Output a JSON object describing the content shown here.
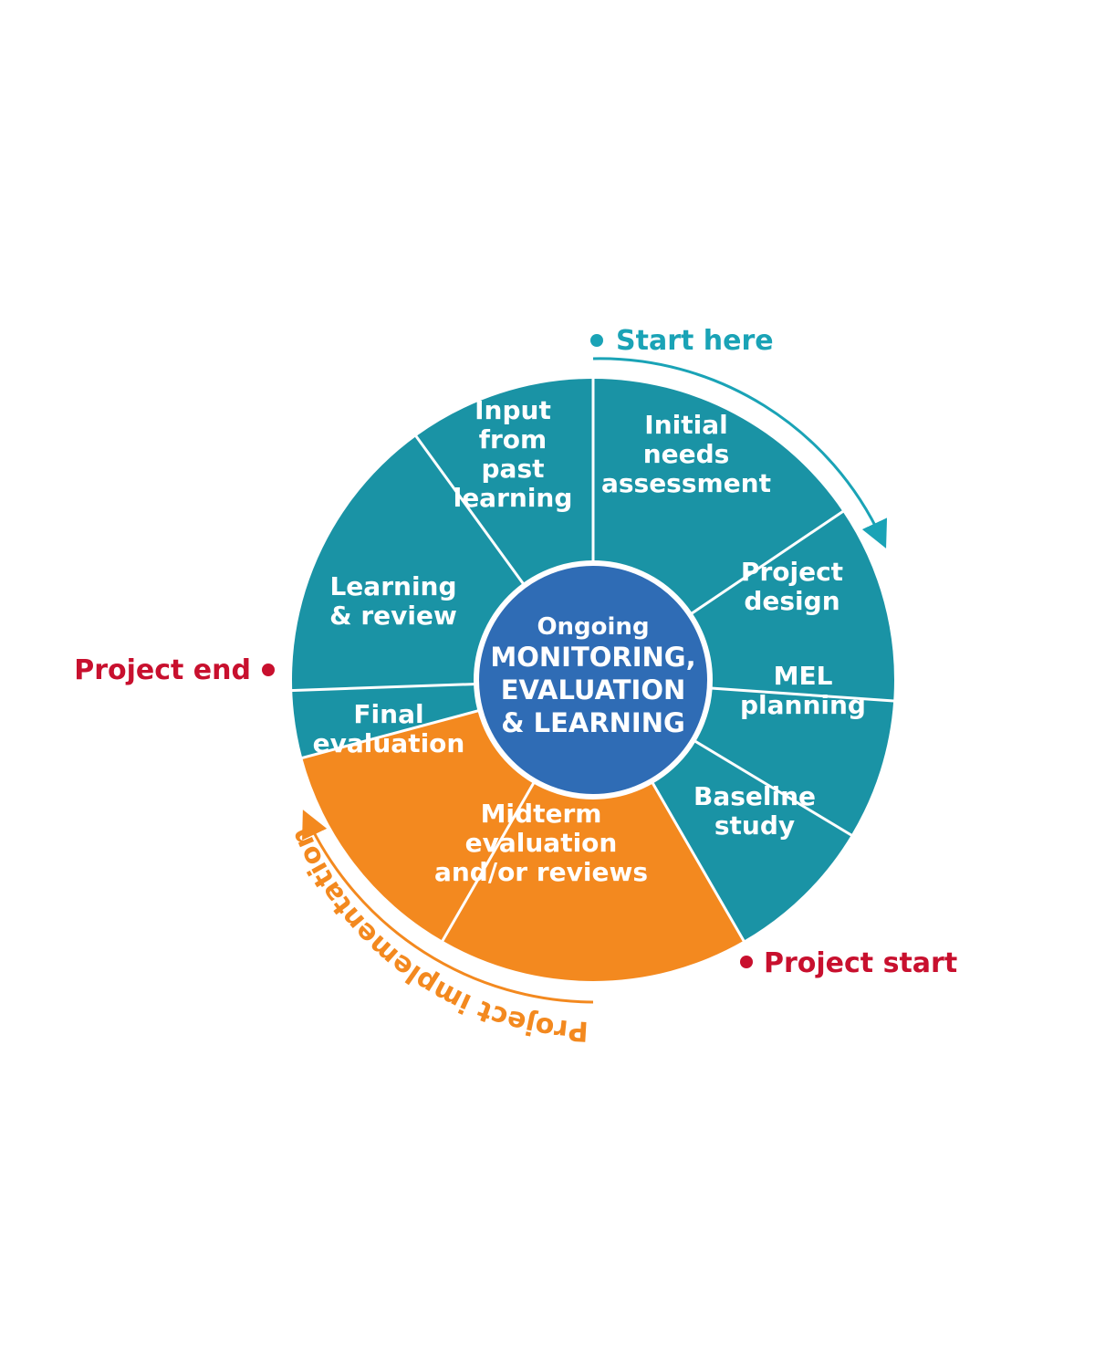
{
  "colors": {
    "teal": "#1a93a5",
    "orange": "#f3891f",
    "center": "#2f6cb5",
    "divider": "#ffffff",
    "start_marker": "#1aa3b6",
    "red_marker": "#c8102e",
    "implementation": "#f3891f"
  },
  "segments": [
    {
      "lines": [
        "Initial",
        "needs",
        "assessment"
      ],
      "phase": "planning"
    },
    {
      "lines": [
        "Project",
        "design"
      ],
      "phase": "planning"
    },
    {
      "lines": [
        "MEL",
        "planning"
      ],
      "phase": "planning"
    },
    {
      "lines": [
        "Baseline",
        "study"
      ],
      "phase": "planning"
    },
    {
      "lines": [
        "Midterm",
        "evaluation",
        "and/or reviews"
      ],
      "phase": "implementation"
    },
    {
      "lines": [
        "Final",
        "evaluation"
      ],
      "phase": "implementation"
    },
    {
      "lines": [
        "Learning",
        "& review"
      ],
      "phase": "planning"
    },
    {
      "lines": [
        "Input",
        "from",
        "past",
        "learning"
      ],
      "phase": "planning"
    }
  ],
  "center": {
    "lines": [
      "Ongoing",
      "MONITORING,",
      "EVALUATION",
      "& LEARNING"
    ]
  },
  "markers": {
    "start_here": "Start here",
    "project_end": "Project end",
    "project_start": "Project start"
  },
  "implementation_label": "Project implementation"
}
